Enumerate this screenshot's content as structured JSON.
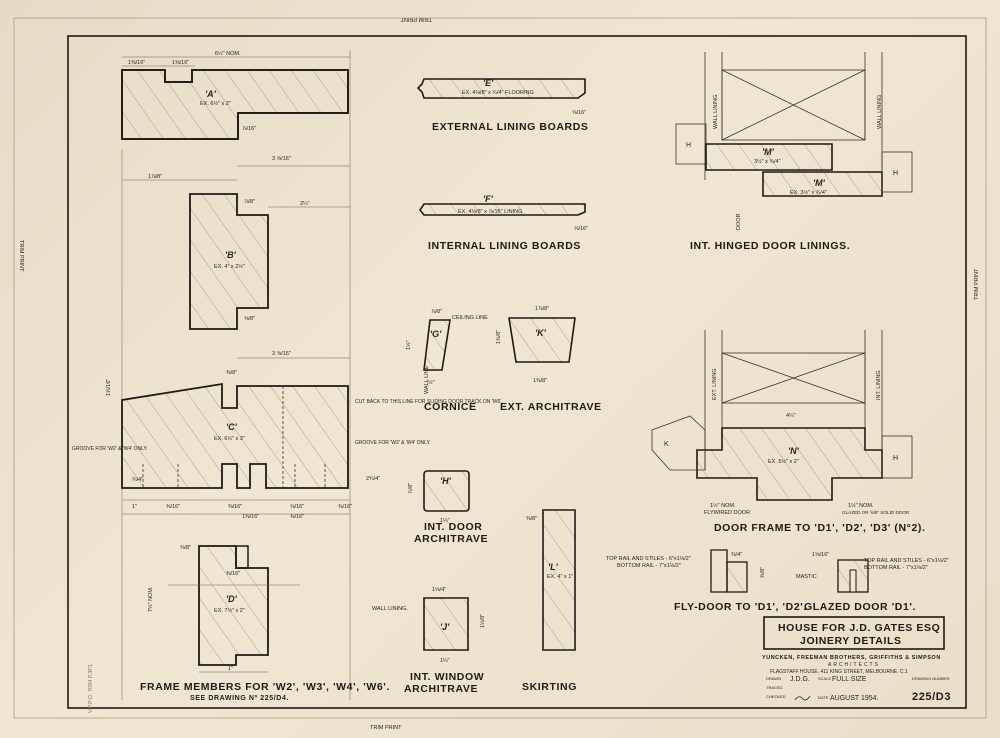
{
  "sheet": {
    "trim_print": "TRIM PRINT",
    "side_note": "V.P.P.O. 7094 P.3P1"
  },
  "title_block": {
    "project": "HOUSE FOR J.D. GATES ESQ",
    "subject": "JOINERY DETAILS",
    "firm": "YUNCKEN, FREEMAN BROTHERS, GRIFFITHS & SIMPSON",
    "role": "ARCHITECTS",
    "address": "FLAGSTAFF HOUSE, 411 KING STREET, MELBOURNE. C.1",
    "drawn_label": "DRAWN",
    "drawn": "J.D.G.",
    "scale_label": "SCALE",
    "scale": "FULL SIZE",
    "drawing_number_label": "DRAWING NUMBER",
    "traced_label": "TRACED",
    "checked_label": "CHECKED",
    "date_label": "DATE",
    "date": "AUGUST 1954.",
    "drawing_number": "225/D3"
  },
  "details": {
    "A": {
      "label": "'A'",
      "size": "EX. 6½\" x 2\"",
      "dims": [
        "6½\" NOM.",
        "1⅜/16\"",
        "1⅜/16\"",
        "⅞/16\""
      ]
    },
    "B": {
      "label": "'B'",
      "size": "EX. 4\" x 2½\"",
      "dims": [
        "1⅞/8\"",
        "2¼\"",
        "⅞/8\"",
        "⅝/8\"",
        "3 ⅝/16\""
      ]
    },
    "C": {
      "label": "'C'",
      "size": "EX. 6½\" x 3\"",
      "dims": [
        "3 ⅝/16\"",
        "1⅜/16\"",
        "⅜/8\"",
        "2¾/4\"",
        "¾/4\"",
        "⅜/16\"",
        "1\"",
        "⅜/16\"",
        "⅜/16\"",
        "⅝/16\"",
        "⅜/16\"",
        "1⅜/16\""
      ],
      "notes": [
        "GROOVE FOR 'W2' & 'W4' ONLY.",
        "GROOVE FOR 'W2' & 'W4' ONLY.",
        "CUT BACK TO THIS LINE FOR SLIDING DOOR TRACK ON 'W6'."
      ]
    },
    "D": {
      "label": "'D'",
      "size": "EX. 7½\" x 2\"",
      "dims": [
        "7½\" NOM.",
        "⅜/8\"",
        "⅜/16\"",
        "1\""
      ]
    },
    "E": {
      "label": "'E'",
      "size": "EX. 4⅛/8\" x ¾/4\" FLOORING",
      "dims": [
        "⅝/16\""
      ]
    },
    "F": {
      "label": "'F'",
      "size": "EX. 4⅛/8\" x ⅞/16\" LINING",
      "dims": [
        "⅝/16\""
      ]
    },
    "G": {
      "label": "'G'",
      "dims": [
        "⅞/8\"",
        "1½\"",
        "½\""
      ],
      "note": "CEILING LINE",
      "wall": "WALL LINE"
    },
    "K": {
      "label": "'K'",
      "dims": [
        "1⅞/8\"",
        "1⅜/8\"",
        "1⅜/8\""
      ]
    },
    "H": {
      "label": "'H'",
      "dims": [
        "⅞/8\"",
        "1¼\""
      ]
    },
    "J": {
      "label": "'J'",
      "dims": [
        "1⅛/4\"",
        "1⅛/8\"",
        "1¼\""
      ],
      "note": "WALL LINING."
    },
    "L": {
      "label": "'L'",
      "size": "EX. 4\" x 1\"",
      "dims": [
        "⅜/8\""
      ]
    },
    "M": {
      "label": "'M'",
      "size": "3½\" x ¾/4\"",
      "label2": "'M'",
      "size2": "EX. 3½\" x ¾/4\"",
      "wall": "WALL LINING",
      "door": "DOOR",
      "h": "H"
    },
    "N": {
      "label": "'N'",
      "size": "EX. 5½\" x 2\"",
      "dims": [
        "4¼\"",
        "1½\" NOM.",
        "1½\" NOM."
      ],
      "ext": "EXT. LINING",
      "int": "INT. LINING",
      "k": "K",
      "h": "H",
      "notes": [
        "FLYWIRED DOOR",
        "GLAZED OR ⅝/8\" SOLID DOOR"
      ]
    },
    "fly": {
      "dims": [
        "⅜/4\"",
        "⅜/8\""
      ],
      "notes": [
        "TOP RAIL AND STILES - 6\"x1⅛/2\"",
        "BOTTOM RAIL - 7\"x1⅛/2\""
      ]
    },
    "glazed": {
      "dims": [
        "1⅝/16\""
      ],
      "notes": [
        "TOP RAIL AND STILES - 6\"x1⅛/2\"",
        "BOTTOM RAIL - 7\"x1⅛/2\"",
        "MASTIC"
      ]
    }
  },
  "titles": {
    "external": "EXTERNAL LINING BOARDS",
    "internal": "INTERNAL LINING BOARDS",
    "hinged": "INT. HINGED DOOR LININGS.",
    "cornice": "CORNICE",
    "ext_arch": "EXT. ARCHITRAVE",
    "int_door_arch_1": "INT. DOOR",
    "int_door_arch_2": "ARCHITRAVE",
    "door_frame": "DOOR FRAME TO 'D1', 'D2', 'D3' (N°2).",
    "frame_members": "FRAME MEMBERS FOR 'W2', 'W3', 'W4', 'W6'.",
    "see_drawing": "SEE DRAWING Nº 225/D4.",
    "int_window_1": "INT. WINDOW",
    "int_window_2": "ARCHITRAVE",
    "skirting": "SKIRTING",
    "fly_door": "FLY-DOOR TO 'D1', 'D2'.",
    "glazed_door": "GLAZED DOOR 'D1'."
  }
}
